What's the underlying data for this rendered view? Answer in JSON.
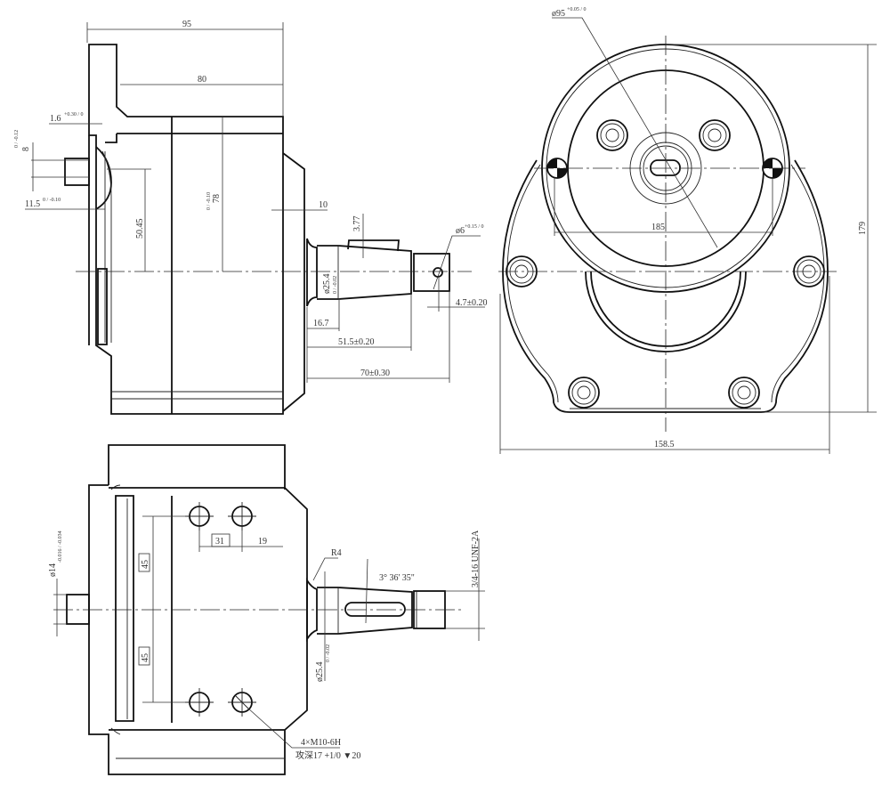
{
  "drawing": {
    "front_view": {
      "dim_overall_length": "95",
      "dim_body_length": "80",
      "dim_flange_thickness": "1.6",
      "dim_flange_thickness_tol": "+0.30 / 0",
      "dim_pilot_depth": "8",
      "dim_pilot_depth_tol": "0 / -0.12",
      "dim_pilot_offset": "11.5",
      "dim_pilot_offset_tol": "0 / -0.10",
      "dim_port_height": "50.45",
      "dim_body_half_height": "78",
      "dim_body_half_height_tol": "0 / -0.10",
      "dim_boss": "10",
      "dim_key_height": "3.77",
      "dim_shaft_dia": "ø25.4",
      "dim_shaft_dia_tol": "0 / -0.02",
      "dim_shoulder": "16.7",
      "dim_taper_length": "51.5±0.20",
      "dim_shaft_length": "70±0.30",
      "dim_pin_offset": "4.7±0.20",
      "dim_pin_hole": "ø6",
      "dim_pin_hole_tol": "+0.15 / 0"
    },
    "end_view": {
      "dim_pilot_dia": "ø95",
      "dim_pilot_dia_tol": "+0.05 / 0",
      "dim_dowel_spacing": "185",
      "dim_height": "179",
      "dim_width": "158.5"
    },
    "bottom_view": {
      "dim_hole_spacing_x": "31",
      "dim_hole_offset": "19",
      "dim_hole_spacing_y1": "45",
      "dim_hole_spacing_y2": "45",
      "dim_stub_dia": "ø14",
      "dim_stub_dia_tol": "-0.016 / -0.034",
      "dim_fillet": "R4",
      "dim_taper_angle": "3° 36' 35\"",
      "dim_thread": "3/4-16 UNF-2A",
      "dim_shaft_dia": "ø25.4",
      "dim_shaft_dia_tol": "0 / -0.02",
      "thread_callout": "4×M10-6H",
      "thread_depth": "攻深17 +1/0 ▼20"
    }
  }
}
